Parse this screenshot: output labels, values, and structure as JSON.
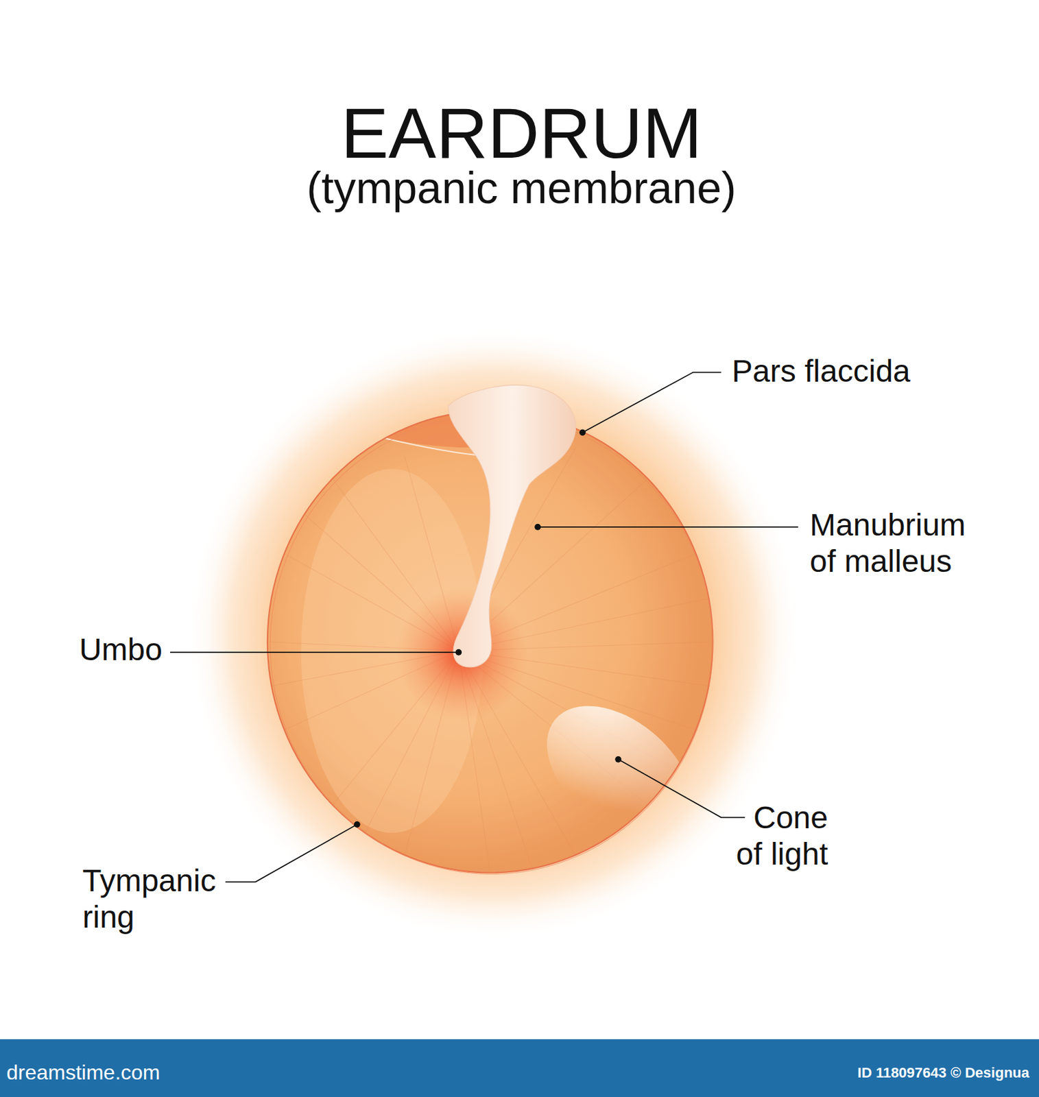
{
  "diagram": {
    "title": "EARDRUM",
    "labels": [
      "(tympanic membrane)",
      "Pars flaccida",
      "Manubrium of malleus",
      "Umbo",
      "Cone of light",
      "Tympanic ring",
      "dreamstime.com",
      "ID 118097643 © Designua"
    ]
  }
}
